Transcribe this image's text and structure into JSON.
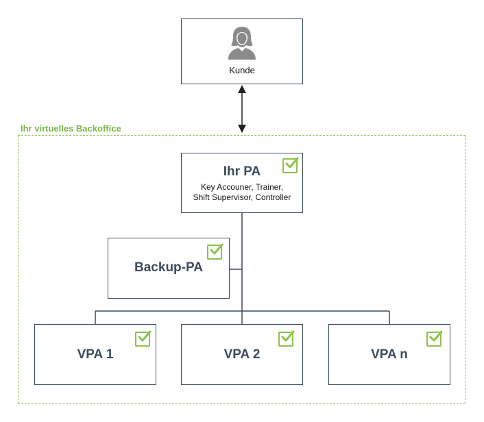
{
  "customer": {
    "label": "Kunde",
    "icon": "person-icon"
  },
  "group": {
    "label": "Ihr virtuelles Backoffice",
    "color": "#8cc24a"
  },
  "pa": {
    "title": "Ihr PA",
    "subtitle_line1": "Key Accouner, Trainer,",
    "subtitle_line2": "Shift Supervisor, Controller"
  },
  "backup": {
    "title": "Backup-PA"
  },
  "vpas": [
    {
      "title": "VPA 1"
    },
    {
      "title": "VPA 2"
    },
    {
      "title": "VPA n"
    }
  ],
  "colors": {
    "border": "#3b4a5a",
    "text": "#3d4b5c",
    "check": "#8cc24a"
  }
}
